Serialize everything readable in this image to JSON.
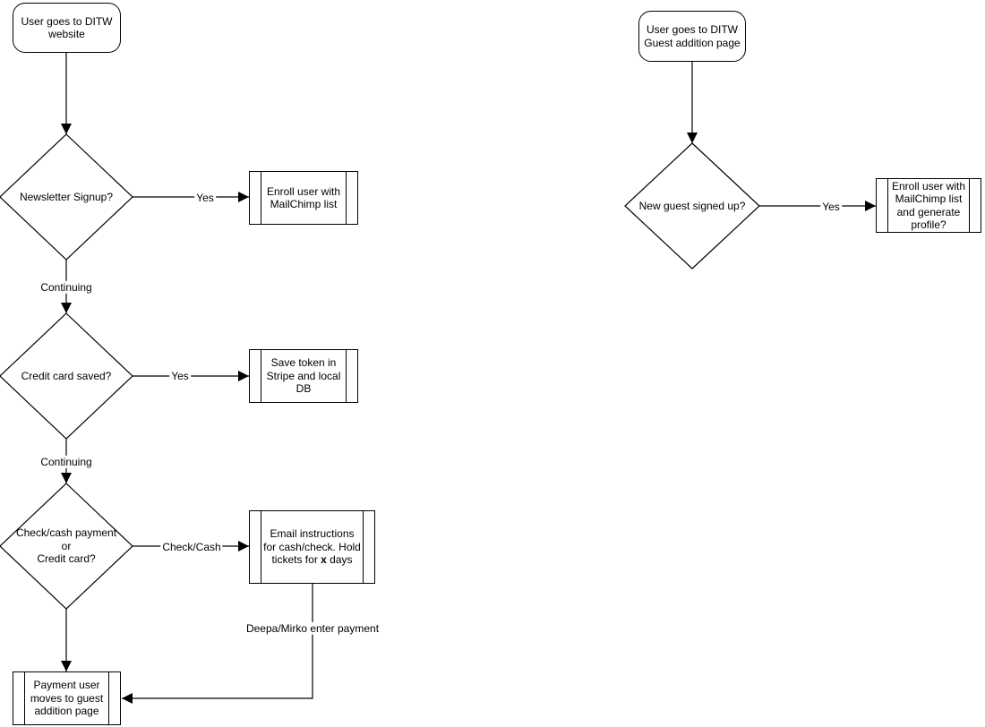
{
  "canvas": {
    "background": "#ffffff",
    "stroke_color": "#000000",
    "text_color": "#000000"
  },
  "left_flow": {
    "start_node": {
      "label": "User goes to DITW\nwebsite"
    },
    "decision_newsletter": {
      "label": "Newsletter Signup?"
    },
    "edge_yes_newsletter": {
      "label": "Yes"
    },
    "process_enroll_mailchimp": {
      "label": "Enroll user with\nMailChimp list"
    },
    "edge_continuing_1": {
      "label": "Continuing"
    },
    "decision_credit_card_saved": {
      "label": "Credit card saved?"
    },
    "edge_yes_credit": {
      "label": "Yes"
    },
    "process_save_token": {
      "label": "Save token in\nStripe and local\nDB"
    },
    "edge_continuing_2": {
      "label": "Continuing"
    },
    "decision_payment_method": {
      "label": "Check/cash payment\nor\nCredit card?"
    },
    "edge_check_cash": {
      "label": "Check/Cash"
    },
    "process_email_instructions": {
      "label_start": "Email instructions\nfor cash/check. Hold\ntickets for ",
      "label_bold": "x",
      "label_end": " days"
    },
    "edge_deepa_mirko": {
      "label": "Deepa/Mirko enter payment"
    },
    "process_payment_user_moves": {
      "label": "Payment user\nmoves to guest\naddition page"
    }
  },
  "right_flow": {
    "start_node": {
      "label": "User goes to DITW\nGuest addition page"
    },
    "decision_new_guest": {
      "label": "New guest signed up?"
    },
    "edge_yes_new_guest": {
      "label": "Yes"
    },
    "process_enroll_generate_profile": {
      "label": "Enroll user with\nMailChimp list\nand generate\nprofile?"
    }
  }
}
